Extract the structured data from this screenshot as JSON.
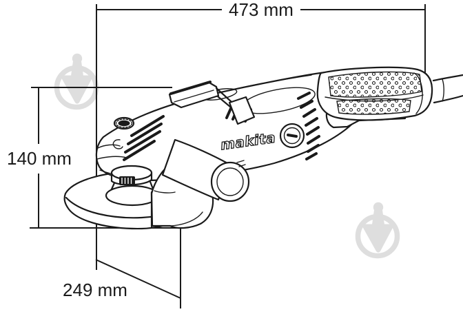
{
  "drawing": {
    "type": "product-dimension-diagram",
    "subject": "angle-grinder"
  },
  "dimensions": {
    "width_label": "473 mm",
    "height_label": "140 mm",
    "disc_label": "249 mm"
  },
  "product": {
    "brand_logo": "makita"
  },
  "watermark": {
    "icon": "trowel-circle-icon",
    "count": 2
  },
  "colors": {
    "line": "#1a1a1a",
    "watermark": "#dedede",
    "bg": "#ffffff"
  }
}
